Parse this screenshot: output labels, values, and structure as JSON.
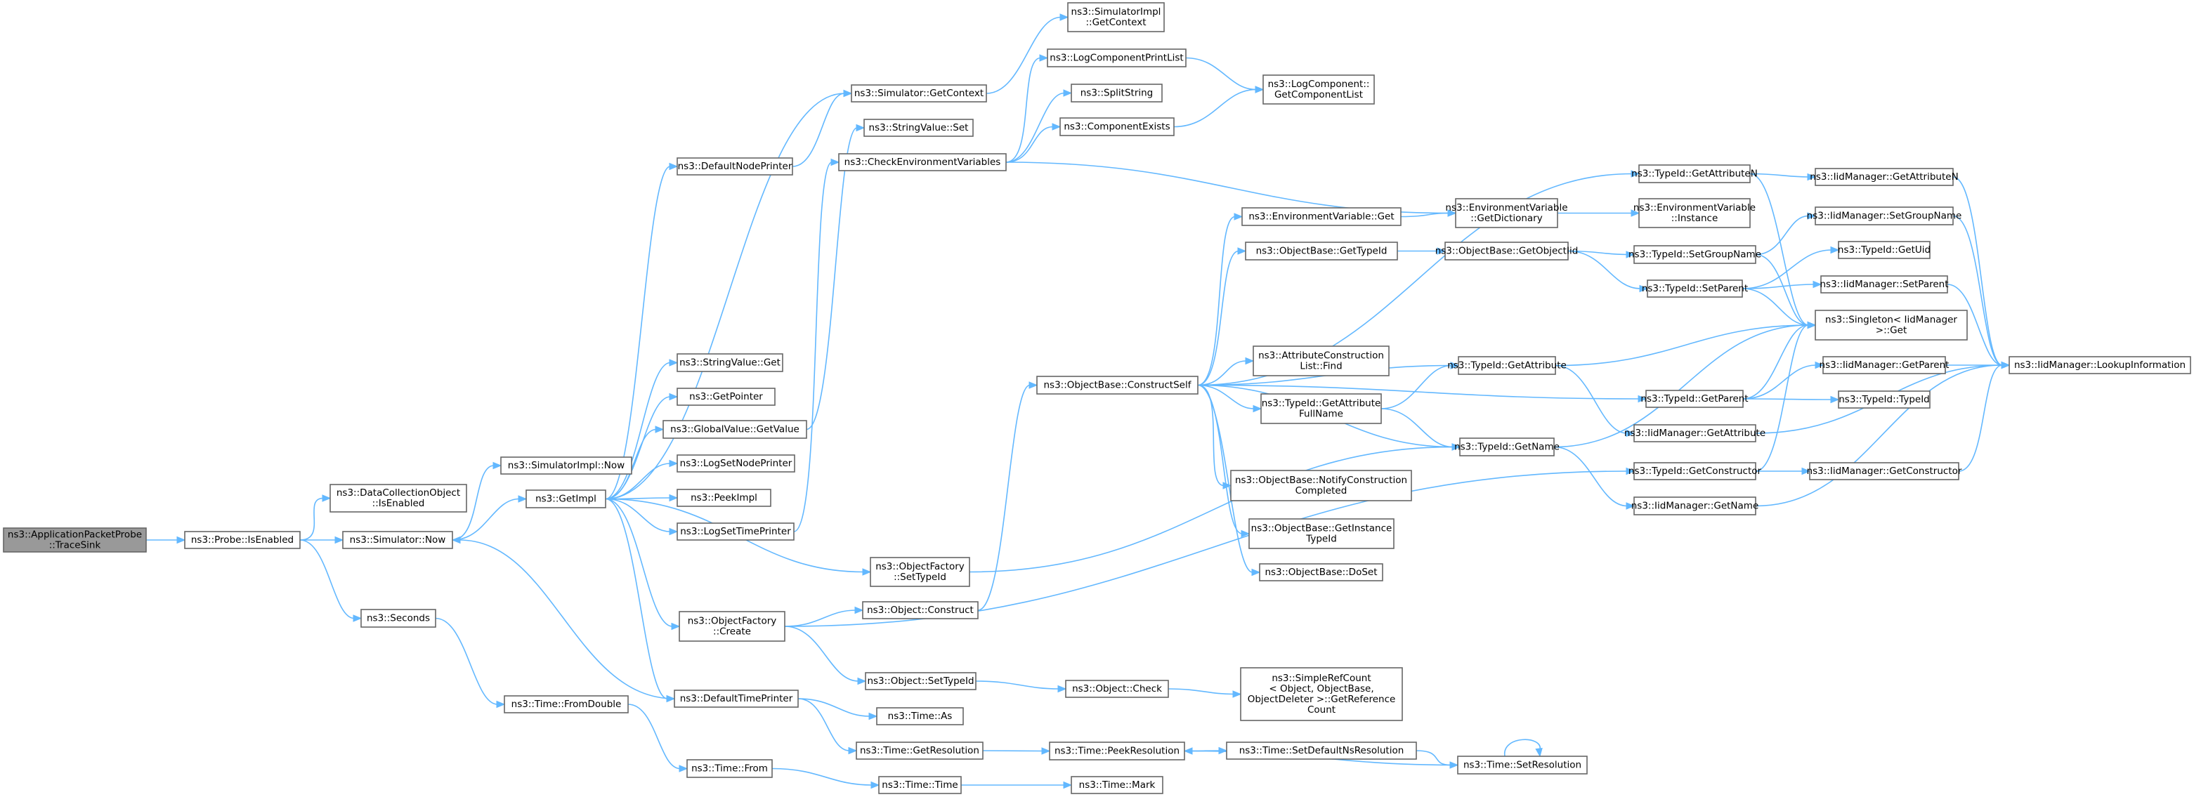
{
  "graph": {
    "root": "n0",
    "nodes": [
      {
        "id": "n0",
        "lines": [
          "ns3::ApplicationPacketProbe",
          "::TraceSink"
        ]
      },
      {
        "id": "n1",
        "lines": [
          "ns3::Probe::IsEnabled"
        ]
      },
      {
        "id": "n2",
        "lines": [
          "ns3::DataCollectionObject",
          "::IsEnabled"
        ]
      },
      {
        "id": "n3",
        "lines": [
          "ns3::Simulator::Now"
        ]
      },
      {
        "id": "n4",
        "lines": [
          "ns3::Seconds"
        ]
      },
      {
        "id": "n5",
        "lines": [
          "ns3::SimulatorImpl::Now"
        ]
      },
      {
        "id": "n6",
        "lines": [
          "ns3::GetImpl"
        ]
      },
      {
        "id": "n7",
        "lines": [
          "ns3::Time::FromDouble"
        ]
      },
      {
        "id": "n8",
        "lines": [
          "ns3::Time::From"
        ]
      },
      {
        "id": "n9",
        "lines": [
          "ns3::DefaultNodePrinter"
        ]
      },
      {
        "id": "n10",
        "lines": [
          "ns3::StringValue::Get"
        ]
      },
      {
        "id": "n11",
        "lines": [
          "ns3::GetPointer"
        ]
      },
      {
        "id": "n12",
        "lines": [
          "ns3::GlobalValue::GetValue"
        ]
      },
      {
        "id": "n13",
        "lines": [
          "ns3::LogSetNodePrinter"
        ]
      },
      {
        "id": "n14",
        "lines": [
          "ns3::PeekImpl"
        ]
      },
      {
        "id": "n15",
        "lines": [
          "ns3::LogSetTimePrinter"
        ]
      },
      {
        "id": "n16",
        "lines": [
          "ns3::ObjectFactory",
          "::Create"
        ]
      },
      {
        "id": "n17",
        "lines": [
          "ns3::DefaultTimePrinter"
        ]
      },
      {
        "id": "n18",
        "lines": [
          "ns3::Simulator::GetContext"
        ]
      },
      {
        "id": "n19",
        "lines": [
          "ns3::StringValue::Set"
        ]
      },
      {
        "id": "n20",
        "lines": [
          "ns3::CheckEnvironmentVariables"
        ]
      },
      {
        "id": "n21",
        "lines": [
          "ns3::ObjectFactory",
          "::SetTypeId"
        ]
      },
      {
        "id": "n22",
        "lines": [
          "ns3::Object::Construct"
        ]
      },
      {
        "id": "n23",
        "lines": [
          "ns3::Object::SetTypeId"
        ]
      },
      {
        "id": "n24",
        "lines": [
          "ns3::Time::As"
        ]
      },
      {
        "id": "n25",
        "lines": [
          "ns3::Time::GetResolution"
        ]
      },
      {
        "id": "n26",
        "lines": [
          "ns3::Time::Time"
        ]
      },
      {
        "id": "n27",
        "lines": [
          "ns3::SimulatorImpl",
          "::GetContext"
        ]
      },
      {
        "id": "n28",
        "lines": [
          "ns3::LogComponentPrintList"
        ]
      },
      {
        "id": "n29",
        "lines": [
          "ns3::SplitString"
        ]
      },
      {
        "id": "n30",
        "lines": [
          "ns3::ComponentExists"
        ]
      },
      {
        "id": "n31",
        "lines": [
          "ns3::ObjectBase::ConstructSelf"
        ]
      },
      {
        "id": "n32",
        "lines": [
          "ns3::Object::Check"
        ]
      },
      {
        "id": "n33",
        "lines": [
          "ns3::Time::PeekResolution"
        ]
      },
      {
        "id": "n34",
        "lines": [
          "ns3::Time::Mark"
        ]
      },
      {
        "id": "n35",
        "lines": [
          "ns3::LogComponent::",
          "GetComponentList"
        ]
      },
      {
        "id": "n36",
        "lines": [
          "ns3::EnvironmentVariable::Get"
        ]
      },
      {
        "id": "n37",
        "lines": [
          "ns3::ObjectBase::GetTypeId"
        ]
      },
      {
        "id": "n38",
        "lines": [
          "ns3::AttributeConstruction",
          "List::Find"
        ]
      },
      {
        "id": "n39",
        "lines": [
          "ns3::TypeId::GetAttribute",
          "FullName"
        ]
      },
      {
        "id": "n40",
        "lines": [
          "ns3::ObjectBase::NotifyConstruction",
          "Completed"
        ]
      },
      {
        "id": "n41",
        "lines": [
          "ns3::ObjectBase::GetInstance",
          "TypeId"
        ]
      },
      {
        "id": "n42",
        "lines": [
          "ns3::ObjectBase::DoSet"
        ]
      },
      {
        "id": "n43",
        "lines": [
          "ns3::SimpleRefCount",
          "< Object, ObjectBase,",
          " ObjectDeleter >::GetReference",
          "Count"
        ]
      },
      {
        "id": "n44",
        "lines": [
          "ns3::Time::SetDefaultNsResolution"
        ]
      },
      {
        "id": "n45",
        "lines": [
          "ns3::EnvironmentVariable",
          "::GetDictionary"
        ]
      },
      {
        "id": "n46",
        "lines": [
          "ns3::ObjectBase::GetObjectIid"
        ]
      },
      {
        "id": "n47",
        "lines": [
          "ns3::TypeId::GetAttribute"
        ]
      },
      {
        "id": "n48",
        "lines": [
          "ns3::TypeId::GetName"
        ]
      },
      {
        "id": "n49",
        "lines": [
          "ns3::Time::SetResolution"
        ]
      },
      {
        "id": "n50",
        "lines": [
          "ns3::EnvironmentVariable",
          "::Instance"
        ]
      },
      {
        "id": "n51",
        "lines": [
          "ns3::TypeId::GetAttributeN"
        ]
      },
      {
        "id": "n52",
        "lines": [
          "ns3::TypeId::SetGroupName"
        ]
      },
      {
        "id": "n53",
        "lines": [
          "ns3::TypeId::SetParent"
        ]
      },
      {
        "id": "n54",
        "lines": [
          "ns3::Singleton< IidManager",
          " >::Get"
        ]
      },
      {
        "id": "n55",
        "lines": [
          "ns3::TypeId::GetParent"
        ]
      },
      {
        "id": "n56",
        "lines": [
          "ns3::IidManager::GetAttribute"
        ]
      },
      {
        "id": "n57",
        "lines": [
          "ns3::TypeId::GetConstructor"
        ]
      },
      {
        "id": "n58",
        "lines": [
          "ns3::IidManager::GetName"
        ]
      },
      {
        "id": "n59",
        "lines": [
          "ns3::IidManager::GetAttributeN"
        ]
      },
      {
        "id": "n60",
        "lines": [
          "ns3::IidManager::SetGroupName"
        ]
      },
      {
        "id": "n61",
        "lines": [
          "ns3::TypeId::GetUid"
        ]
      },
      {
        "id": "n62",
        "lines": [
          "ns3::IidManager::SetParent"
        ]
      },
      {
        "id": "n63",
        "lines": [
          "ns3::IidManager::GetParent"
        ]
      },
      {
        "id": "n64",
        "lines": [
          "ns3::TypeId::TypeId"
        ]
      },
      {
        "id": "n65",
        "lines": [
          "ns3::IidManager::GetConstructor"
        ]
      },
      {
        "id": "n66",
        "lines": [
          "ns3::IidManager::LookupInformation"
        ]
      }
    ],
    "edges": [
      [
        "n0",
        "n1"
      ],
      [
        "n1",
        "n2"
      ],
      [
        "n1",
        "n3"
      ],
      [
        "n1",
        "n4"
      ],
      [
        "n3",
        "n5"
      ],
      [
        "n3",
        "n6"
      ],
      [
        "n4",
        "n7"
      ],
      [
        "n7",
        "n8"
      ],
      [
        "n6",
        "n9"
      ],
      [
        "n6",
        "n10"
      ],
      [
        "n6",
        "n11"
      ],
      [
        "n6",
        "n12"
      ],
      [
        "n6",
        "n13"
      ],
      [
        "n6",
        "n14"
      ],
      [
        "n6",
        "n15"
      ],
      [
        "n6",
        "n16"
      ],
      [
        "n6",
        "n17"
      ],
      [
        "n6",
        "n18"
      ],
      [
        "n6",
        "n21"
      ],
      [
        "n17",
        "n3"
      ],
      [
        "n17",
        "n24"
      ],
      [
        "n17",
        "n25"
      ],
      [
        "n9",
        "n18"
      ],
      [
        "n12",
        "n19"
      ],
      [
        "n15",
        "n20"
      ],
      [
        "n18",
        "n27"
      ],
      [
        "n20",
        "n28"
      ],
      [
        "n20",
        "n29"
      ],
      [
        "n20",
        "n30"
      ],
      [
        "n20",
        "n45"
      ],
      [
        "n28",
        "n35"
      ],
      [
        "n30",
        "n35"
      ],
      [
        "n16",
        "n22"
      ],
      [
        "n16",
        "n23"
      ],
      [
        "n16",
        "n57"
      ],
      [
        "n21",
        "n48"
      ],
      [
        "n22",
        "n31"
      ],
      [
        "n23",
        "n32"
      ],
      [
        "n25",
        "n33"
      ],
      [
        "n8",
        "n26"
      ],
      [
        "n26",
        "n34"
      ],
      [
        "n32",
        "n43"
      ],
      [
        "n33",
        "n44"
      ],
      [
        "n44",
        "n49"
      ],
      [
        "n49",
        "n33"
      ],
      [
        "n49",
        "n49"
      ],
      [
        "n31",
        "n36"
      ],
      [
        "n31",
        "n37"
      ],
      [
        "n31",
        "n38"
      ],
      [
        "n31",
        "n39"
      ],
      [
        "n31",
        "n40"
      ],
      [
        "n31",
        "n41"
      ],
      [
        "n31",
        "n42"
      ],
      [
        "n31",
        "n47"
      ],
      [
        "n31",
        "n48"
      ],
      [
        "n31",
        "n51"
      ],
      [
        "n31",
        "n55"
      ],
      [
        "n36",
        "n45"
      ],
      [
        "n45",
        "n50"
      ],
      [
        "n37",
        "n46"
      ],
      [
        "n46",
        "n52"
      ],
      [
        "n46",
        "n53"
      ],
      [
        "n39",
        "n47"
      ],
      [
        "n39",
        "n48"
      ],
      [
        "n47",
        "n54"
      ],
      [
        "n47",
        "n56"
      ],
      [
        "n48",
        "n54"
      ],
      [
        "n48",
        "n58"
      ],
      [
        "n51",
        "n54"
      ],
      [
        "n51",
        "n59"
      ],
      [
        "n52",
        "n54"
      ],
      [
        "n52",
        "n60"
      ],
      [
        "n53",
        "n54"
      ],
      [
        "n53",
        "n61"
      ],
      [
        "n53",
        "n62"
      ],
      [
        "n55",
        "n54"
      ],
      [
        "n55",
        "n63"
      ],
      [
        "n55",
        "n64"
      ],
      [
        "n56",
        "n66"
      ],
      [
        "n57",
        "n54"
      ],
      [
        "n57",
        "n65"
      ],
      [
        "n58",
        "n66"
      ],
      [
        "n59",
        "n66"
      ],
      [
        "n60",
        "n66"
      ],
      [
        "n62",
        "n66"
      ],
      [
        "n63",
        "n66"
      ],
      [
        "n65",
        "n66"
      ]
    ]
  }
}
